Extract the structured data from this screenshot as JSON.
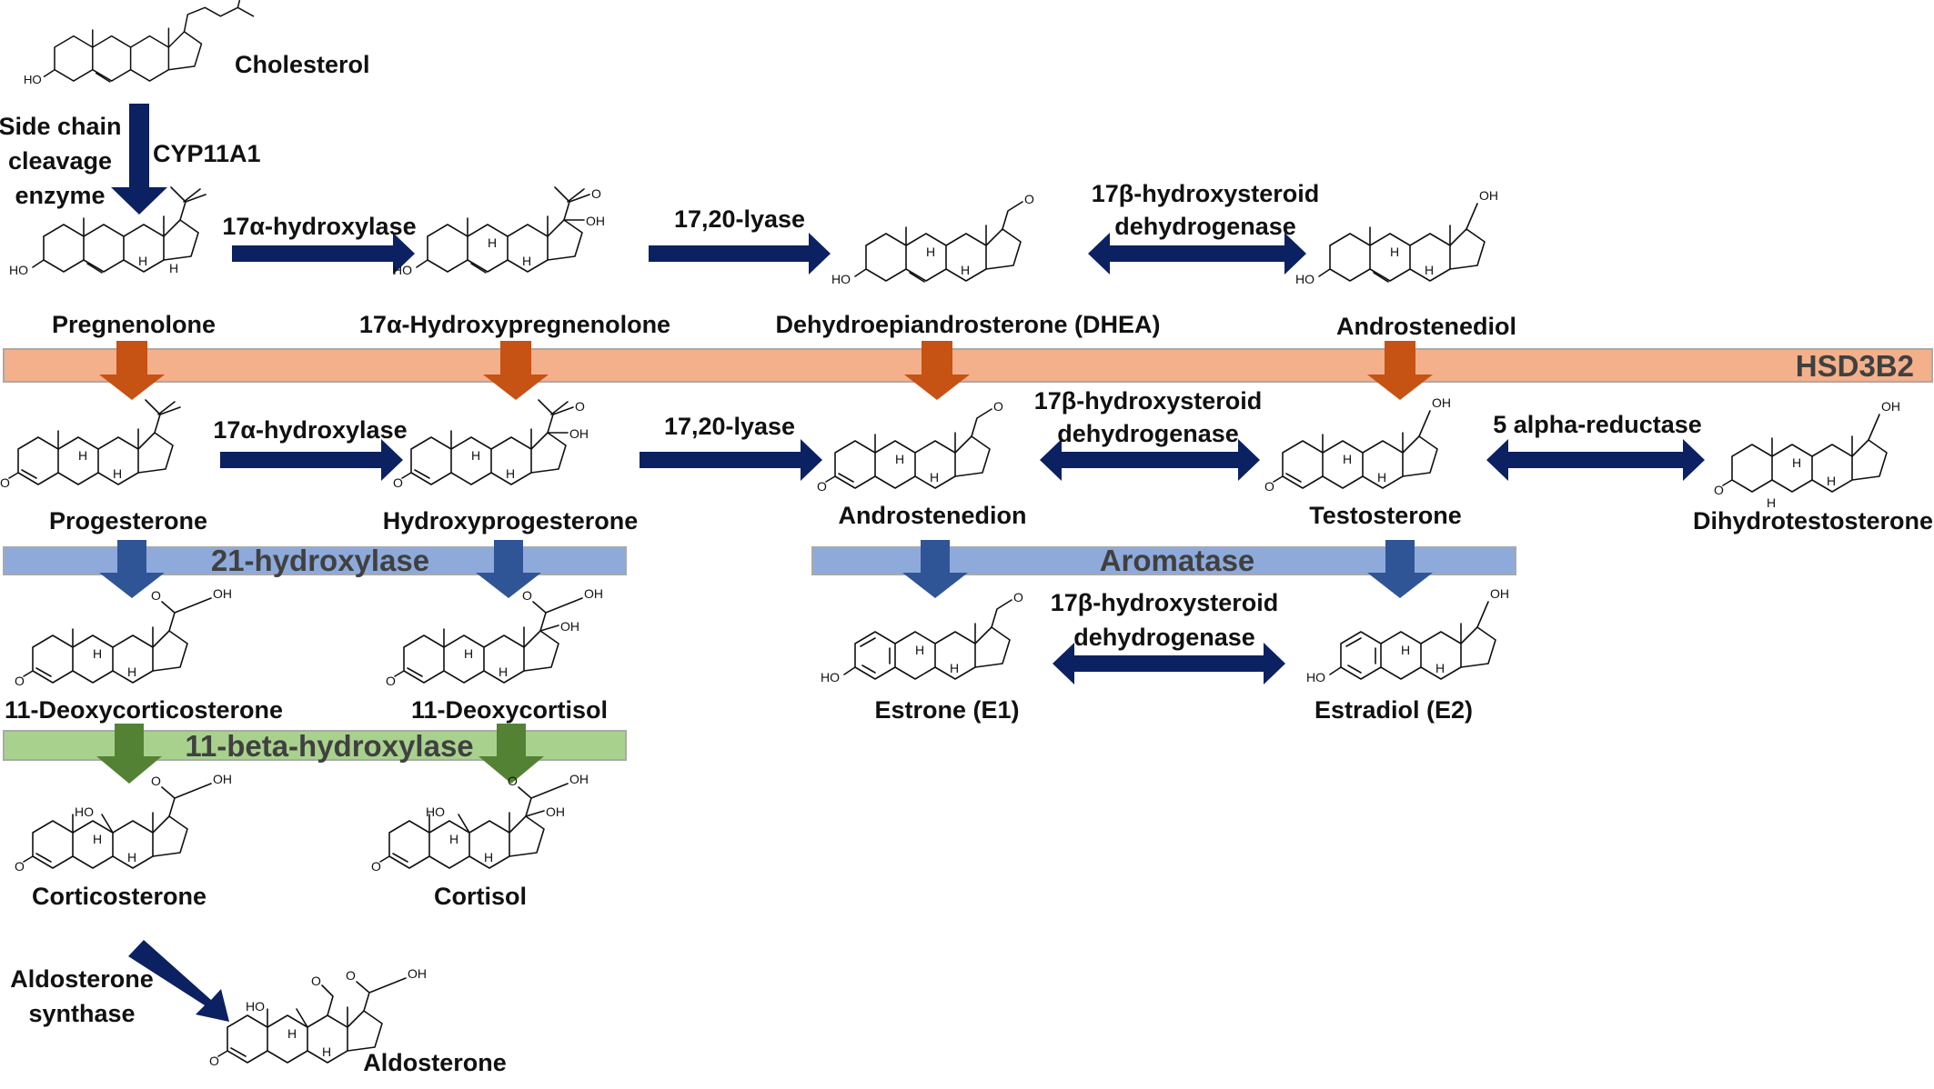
{
  "colors": {
    "navy": "#0b2161",
    "orange_band": "#f3b08a",
    "orange_arrow": "#c65213",
    "blue_band": "#8eaadb",
    "blue_arrow": "#2f5597",
    "green_band": "#a9d18e",
    "green_arrow": "#548235",
    "band_text": "#404040"
  },
  "compounds": {
    "cholesterol": "Cholesterol",
    "pregnenolone": "Pregnenolone",
    "hydroxypregnenolone": "17α-Hydroxypregnenolone",
    "dhea": "Dehydroepiandrosterone (DHEA)",
    "androstenediol": "Androstenediol",
    "progesterone": "Progesterone",
    "hydroxyprogesterone": "Hydroxyprogesterone",
    "androstenedion": "Androstenedion",
    "testosterone": "Testosterone",
    "dihydrotestosterone": "Dihydrotestosterone",
    "deoxycorticosterone": "11-Deoxycorticosterone",
    "deoxycortisol": "11-Deoxycortisol",
    "estrone": "Estrone (E1)",
    "estradiol": "Estradiol (E2)",
    "corticosterone": "Corticosterone",
    "cortisol": "Cortisol",
    "aldosterone": "Aldosterone"
  },
  "enzymes": {
    "side_chain_1": "Side chain",
    "side_chain_2": "cleavage",
    "side_chain_3": "enzyme",
    "cyp11a1": "CYP11A1",
    "hydroxylase_17a_top": "17α-hydroxylase",
    "lyase_top": "17,20-lyase",
    "hsd17b_top_1": "17β-hydroxysteroid",
    "hsd17b_top_2": "dehydrogenase",
    "hydroxylase_17a_mid": "17α-hydroxylase",
    "lyase_mid": "17,20-lyase",
    "hsd17b_mid_1": "17β-hydroxysteroid",
    "hsd17b_mid_2": "dehydrogenase",
    "reductase": "5 alpha-reductase",
    "hsd17b_bot_1": "17β-hydroxysteroid",
    "hsd17b_bot_2": "dehydrogenase",
    "aldo_synthase_1": "Aldosterone",
    "aldo_synthase_2": "synthase"
  },
  "bands": {
    "hsd3b2": "HSD3B2",
    "hydroxylase21": "21-hydroxylase",
    "aromatase": "Aromatase",
    "hydroxylase11b": "11-beta-hydroxylase"
  },
  "atoms": {
    "ho": "HO",
    "oh": "OH",
    "o": "O",
    "h": "H"
  }
}
